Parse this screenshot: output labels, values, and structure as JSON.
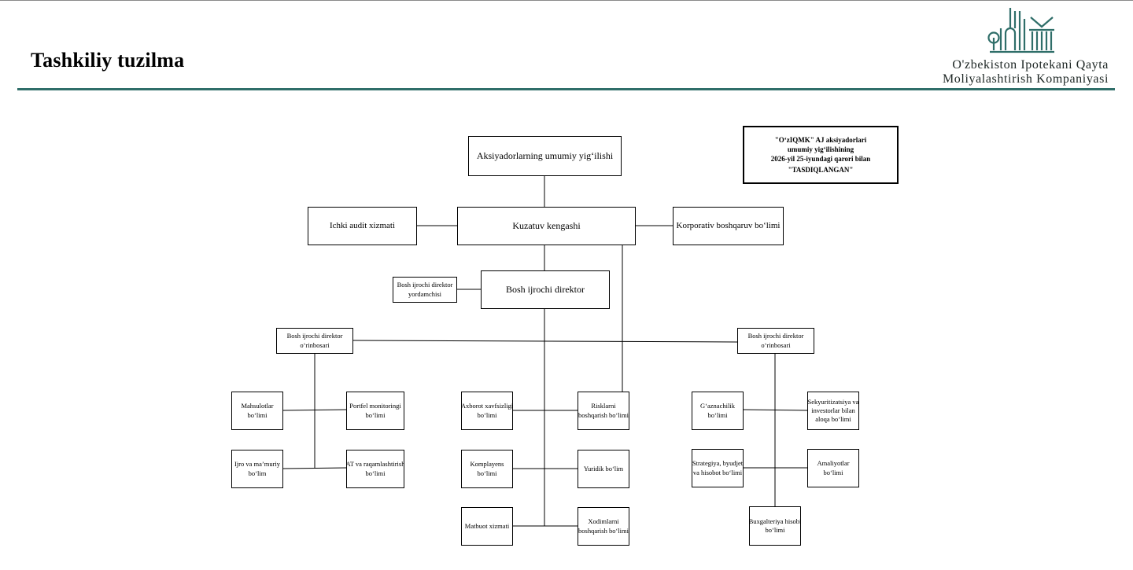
{
  "header": {
    "title": "Tashkiliy tuzilma",
    "company_line1": "O'zbekiston Ipotekani Qayta",
    "company_line2": "Moliyalashtirish Kompaniyasi",
    "brand_color": "#2f6e69",
    "logo_icon": "building-columns-logo-icon"
  },
  "approval": {
    "line1": "\"O‘zIQMK\" AJ aksiyadorlari",
    "line2": "umumiy yig‘ilishining",
    "line3": "2026-yil 25-iyundagi qarori bilan",
    "line4": "\"TASDIQLANGAN\""
  },
  "org": {
    "shareholders": {
      "line1": "Aksiyadorlarning umumiy yig‘ilishi"
    },
    "supervisory_board": {
      "line1": "Kuzatuv kengashi"
    },
    "internal_audit": {
      "line1": "Ichki audit xizmati"
    },
    "corporate_governance": {
      "line1": "Korporativ boshqaruv bo‘limi"
    },
    "ceo": {
      "line1": "Bosh ijrochi direktor"
    },
    "ceo_assistant": {
      "line1": "Bosh ijrochi direktor",
      "line2": "yordamchisi"
    },
    "deputy_left": {
      "line1": "Bosh ijrochi direktor",
      "line2": "o‘rinbosari"
    },
    "deputy_right": {
      "line1": "Bosh ijrochi direktor",
      "line2": "o‘rinbosari"
    },
    "products": {
      "line1": "Mahsulotlar",
      "line2": "bo‘limi"
    },
    "portfolio_monitoring": {
      "line1": "Portfel monitoringi",
      "line2": "bo‘limi"
    },
    "executive_admin": {
      "line1": "Ijro va ma’muriy",
      "line2": "bo‘lim"
    },
    "it_digitalization": {
      "line1": "AT va raqamlashtirish",
      "line2": "bo‘limi"
    },
    "info_security": {
      "line1": "Axborot xavfsizligi",
      "line2": "bo‘limi"
    },
    "risk_management": {
      "line1": "Risklarni",
      "line2": "boshqarish bo‘limi"
    },
    "compliance": {
      "line1": "Komplayens",
      "line2": "bo‘limi"
    },
    "legal": {
      "line1": "Yuridik bo‘lim"
    },
    "press": {
      "line1": "Matbuot xizmati"
    },
    "hr": {
      "line1": "Xodimlarni",
      "line2": "boshqarish bo‘limi"
    },
    "treasury": {
      "line1": "G‘aznachilik",
      "line2": "bo‘limi"
    },
    "securitization": {
      "line1": "Sekyuritizatsiya va",
      "line2": "investorlar bilan",
      "line3": "aloqa bo‘limi"
    },
    "strategy_budget": {
      "line1": "Strategiya, byudjet",
      "line2": "va hisobot bo‘limi"
    },
    "operations": {
      "line1": "Amaliyotlar",
      "line2": "bo‘limi"
    },
    "accounting": {
      "line1": "Buxgalteriya hisobi",
      "line2": "bo‘limi"
    }
  }
}
